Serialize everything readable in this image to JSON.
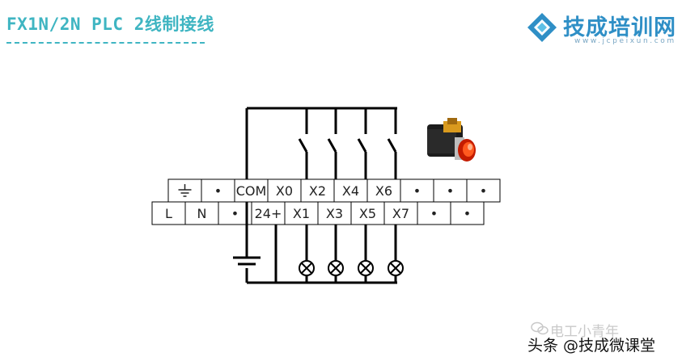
{
  "header": {
    "title": "FX1N/2N PLC 2线制接线",
    "accent_color": "#3fb5c2"
  },
  "logo": {
    "name": "技成培训网",
    "url": "www.jcpeixun.com",
    "color": "#2f8fc6",
    "icon": "diamond-logo-icon"
  },
  "terminal_block": {
    "top_row": [
      "ground-symbol",
      "•",
      "COM",
      "X0",
      "X2",
      "X4",
      "X6",
      "•",
      "•",
      "•"
    ],
    "bottom_row": [
      "L",
      "N",
      "•",
      "24+",
      "X1",
      "X3",
      "X5",
      "X7",
      "•",
      "•"
    ]
  },
  "components": {
    "switch_icon": "switch-icon",
    "lamp_icon": "indicator-lamp-icon",
    "battery_icon": "dc-source-icon",
    "pushbutton_icon": "red-pushbutton-icon"
  },
  "watermark": {
    "text": "电工小青年",
    "icon": "wechat-icon"
  },
  "footer": {
    "text": "头条 @技成微课堂"
  }
}
